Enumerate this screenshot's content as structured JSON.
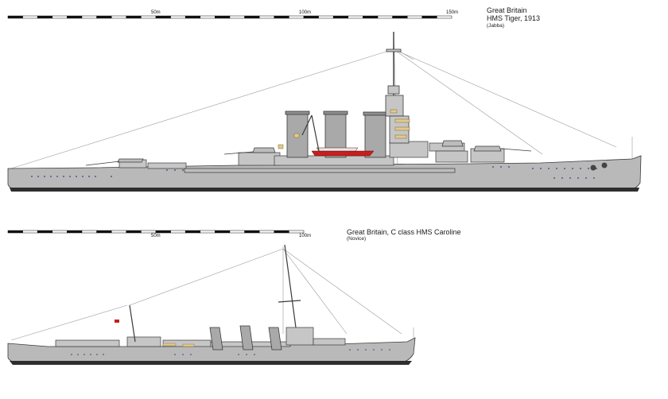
{
  "tiger": {
    "title_line1": "Great Britain",
    "title_line2": "HMS Tiger, 1913",
    "author": "(Jabba)",
    "scale_labels": [
      "50m",
      "100m",
      "150m"
    ]
  },
  "caroline": {
    "title": "Great Britain, C class HMS Caroline",
    "author": "(Novice)",
    "scale_labels": [
      "50m",
      "100m"
    ]
  },
  "colors": {
    "hull": "#b9b9b9",
    "superstructure": "#c6c6c6",
    "boot_topping": "#2e2e2e",
    "outline": "#3a3a3a",
    "funnel": "#a9a9a9",
    "boats": "#c81e1e",
    "brass": "#e3c98a",
    "portholes": "#2a3f7a"
  }
}
